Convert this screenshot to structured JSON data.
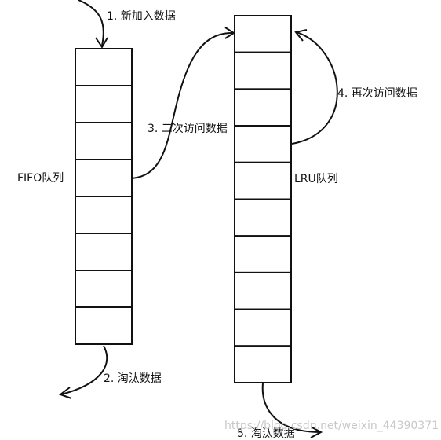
{
  "fifo_queue": {
    "label": "FIFO队列",
    "cell_count": 8
  },
  "lru_queue": {
    "label": "LRU队列",
    "cell_count": 10
  },
  "steps": {
    "step1": "1. 新加入数据",
    "step2": "2. 淘汰数据",
    "step3": "3. 二次访问数据",
    "step4": "4. 再次访问数据",
    "step5": "5. 淘汰数据"
  },
  "watermark": "https://blog.csdn.net/weixin_44390371",
  "colors": {
    "stroke": "#111111",
    "background": "#ffffff",
    "watermark": "#c8c8c8"
  }
}
